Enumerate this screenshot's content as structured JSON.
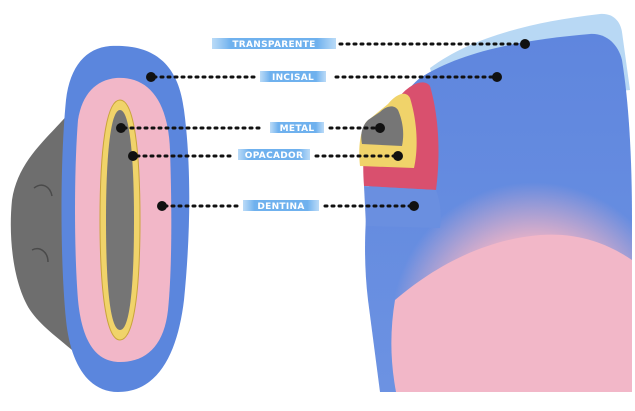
{
  "labels": {
    "transparente": "TRANSPARENTE",
    "incisal": "INCISAL",
    "metal": "METAL",
    "opacador": "OPACADOR",
    "dentina": "DENTINA"
  },
  "colors": {
    "enamel_blue": "#5b86dd",
    "light_blue": "#a9cff0",
    "dentin_pink": "#f2b7c8",
    "metal_gray": "#7b7b7b",
    "opaquer_yellow": "#f0d36a",
    "red_layer": "#d9506e",
    "label_bg": "#6fb1ee"
  }
}
